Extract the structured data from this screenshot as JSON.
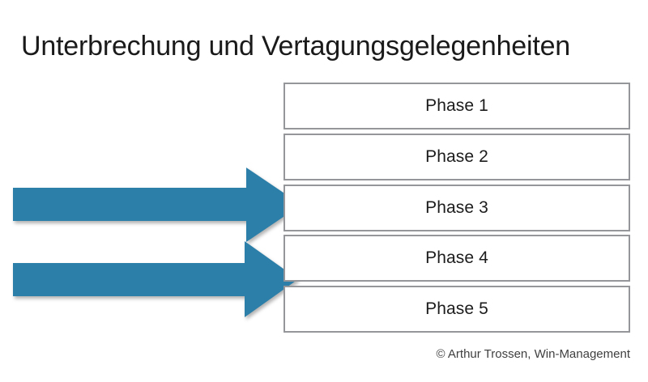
{
  "slide": {
    "title": "Unterbrechung und Vertagungsgelegenheiten",
    "credit": "© Arthur Trossen, Win-Management",
    "background_color": "#ffffff"
  },
  "phases": {
    "box_border_color": "#949699",
    "box_fill_color": "#ffffff",
    "text_color": "#1c1c1c",
    "items": [
      {
        "label": "Phase 1"
      },
      {
        "label": "Phase 2"
      },
      {
        "label": "Phase 3"
      },
      {
        "label": "Phase 4"
      },
      {
        "label": "Phase 5"
      }
    ]
  },
  "arrows": {
    "color": "#2b7fa8",
    "items": [
      {
        "name": "arrow-to-phase-3",
        "direction": "right",
        "points_at": "Phase 3"
      },
      {
        "name": "arrow-to-phase-4",
        "direction": "right",
        "points_at": "Phase 4"
      }
    ]
  }
}
